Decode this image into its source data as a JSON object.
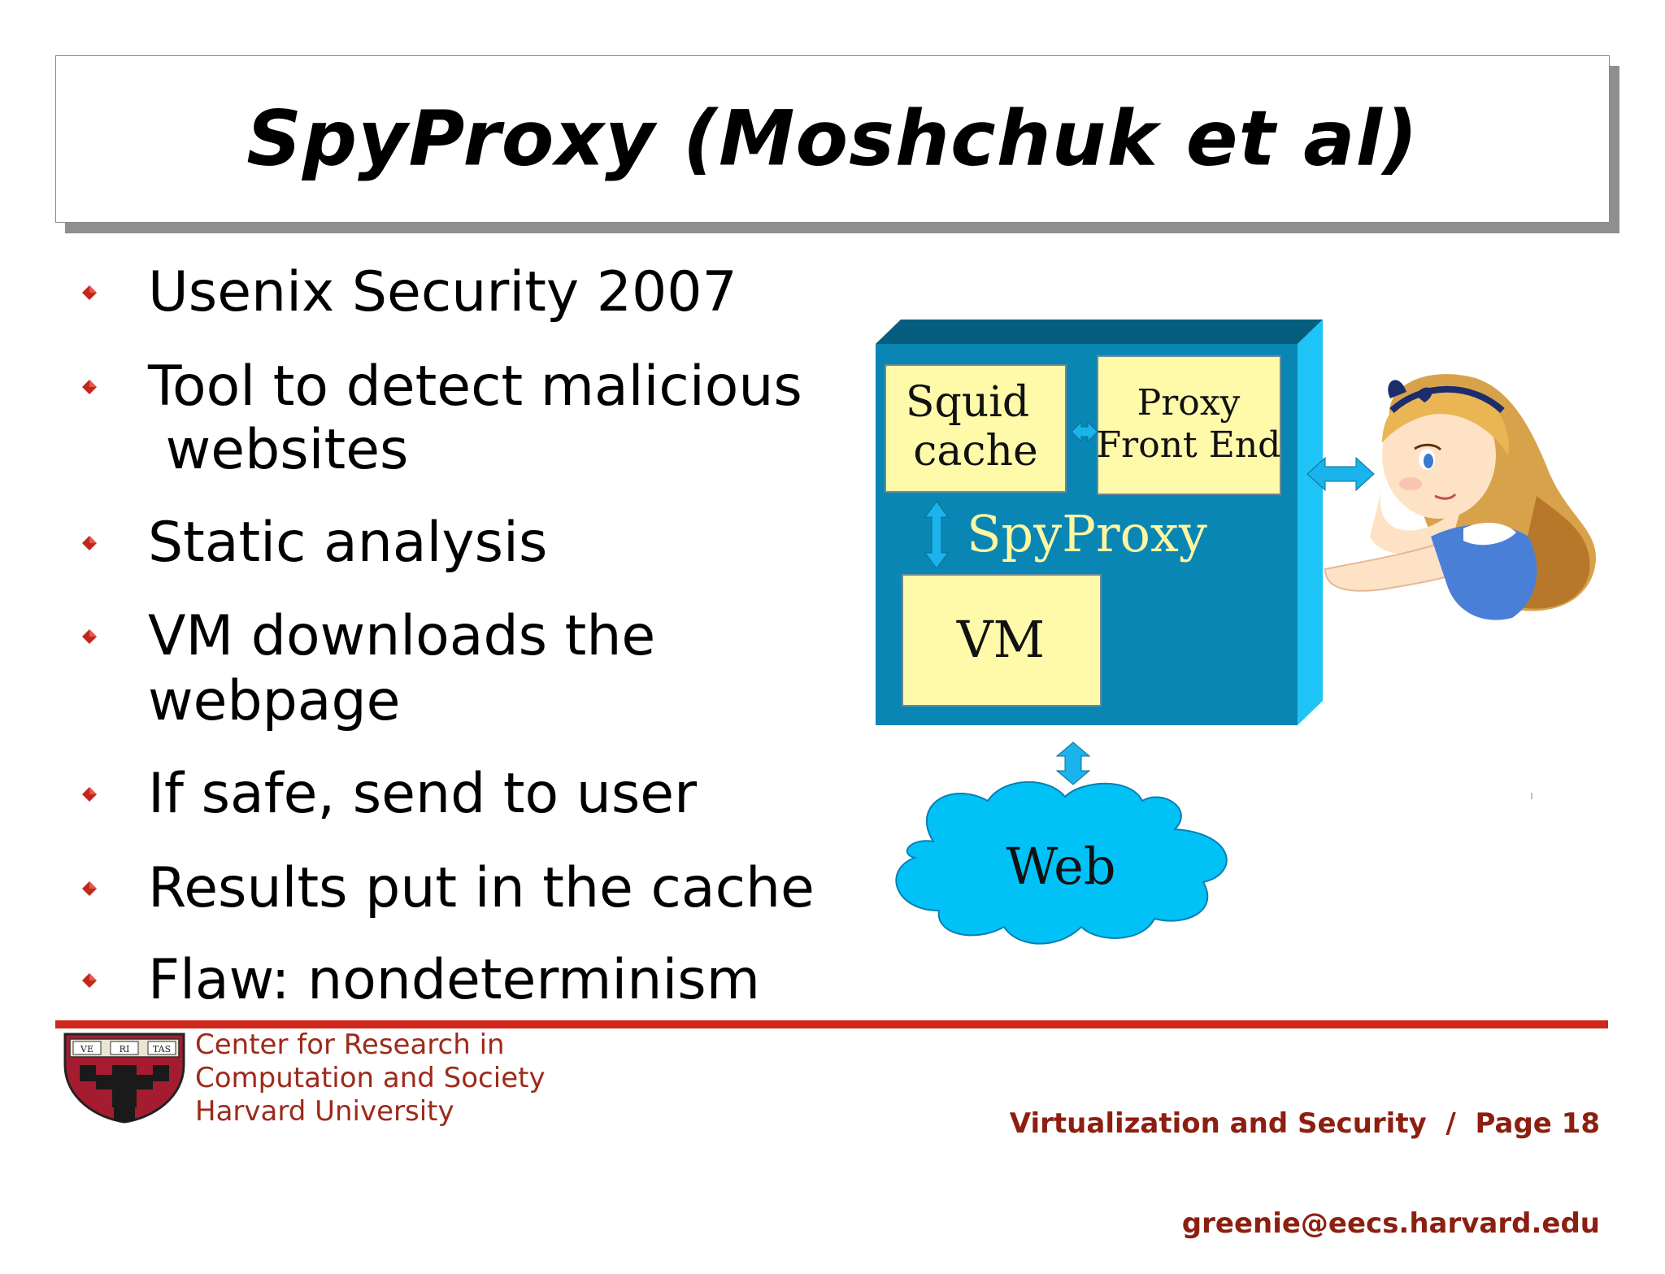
{
  "slide": {
    "title": "SpyProxy (Moshchuk et al)"
  },
  "bullets": [
    {
      "line1": "Usenix Security 2007",
      "line2": ""
    },
    {
      "line1": "Tool to detect malicious",
      "line2": " websites"
    },
    {
      "line1": "Static analysis",
      "line2": ""
    },
    {
      "line1": "VM downloads the",
      "line2": "webpage"
    },
    {
      "line1": "If safe, send to user",
      "line2": ""
    },
    {
      "line1": "Results put in the cache",
      "line2": ""
    },
    {
      "line1": "Flaw: nondeterminism",
      "line2": ""
    }
  ],
  "diagram": {
    "squid_line1": "Squid",
    "squid_line2": "cache",
    "proxy_line1": "Proxy",
    "proxy_line2": "Front End",
    "spyproxy_label": "SpyProxy",
    "vm_label": "VM",
    "web_label": "Web",
    "colors": {
      "box_front": "#0a86b4",
      "box_top": "#075d7e",
      "box_side": "#1ec4f5",
      "inner_box": "#fffaaa",
      "cloud": "#00c2f7",
      "arrow": "#1ab3ec",
      "spyproxy_text": "#fff6a0"
    }
  },
  "footer": {
    "center_line1": "Center for Research in",
    "center_line2": "Computation and Society",
    "center_line3": "Harvard University",
    "course_page": "Virtualization and Security  /  Page 18",
    "email": "greenie@eecs.harvard.edu",
    "crest_text": [
      "VE",
      "RI",
      "TAS"
    ]
  }
}
